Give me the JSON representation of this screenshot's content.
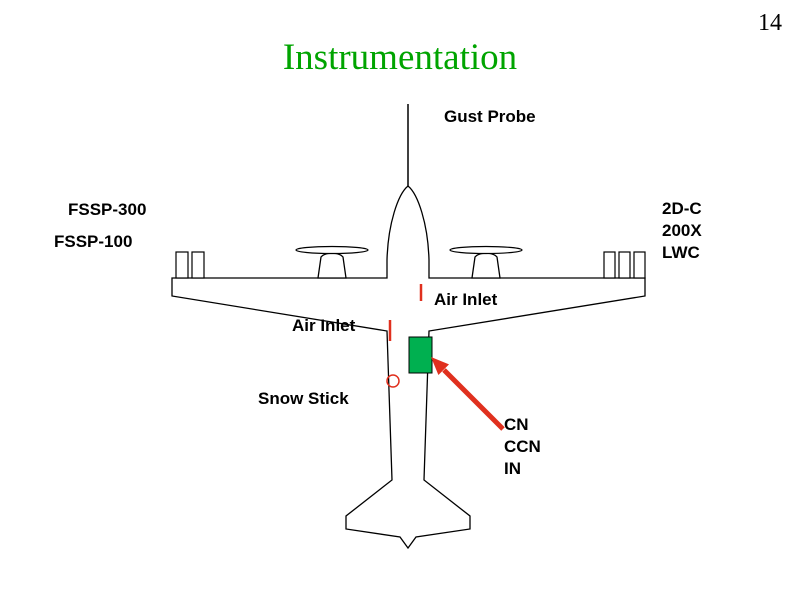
{
  "page": {
    "number": "14",
    "title": "Instrumentation"
  },
  "labels": {
    "gust_probe": "Gust Probe",
    "fssp_300": "FSSP-300",
    "fssp_100": "FSSP-100",
    "right_wing_stack": [
      "2D-C",
      "200X",
      "LWC"
    ],
    "air_inlet_fuselage": "Air Inlet",
    "air_inlet_wing": "Air Inlet",
    "snow_stick": "Snow Stick",
    "inlet_instruments": [
      "CN",
      "CCN",
      "IN"
    ]
  },
  "colors": {
    "title_green": "#00a400",
    "highlight_green": "#00b050",
    "marker_red": "#e0301e",
    "outline": "#000000"
  }
}
